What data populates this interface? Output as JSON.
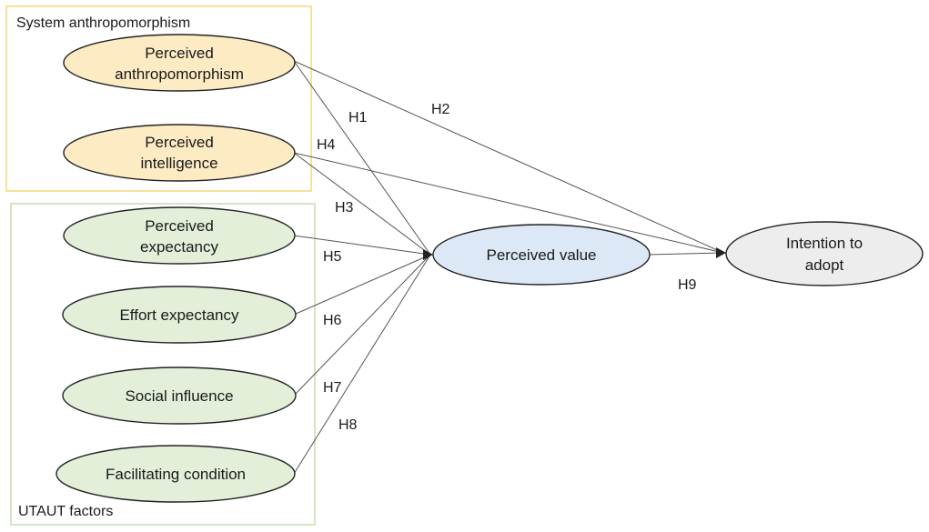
{
  "colors": {
    "anthropomorphism_fill": "#FDEBC3",
    "utaut_fill": "#E3EFD9",
    "value_fill": "#DCE8F6",
    "intention_fill": "#EDEDED",
    "anthropomorphism_border": "#F5D77A",
    "utaut_border": "#C5DDB3"
  },
  "groups": {
    "system_anthropomorphism": {
      "label": "System anthropomorphism"
    },
    "utaut_factors": {
      "label": "UTAUT factors"
    }
  },
  "nodes": {
    "perceived_anthropomorphism": {
      "lines": [
        "Perceived",
        "anthropomorphism"
      ]
    },
    "perceived_intelligence": {
      "lines": [
        "Perceived",
        "intelligence"
      ]
    },
    "perceived_expectancy": {
      "lines": [
        "Perceived",
        "expectancy"
      ]
    },
    "effort_expectancy": {
      "lines": [
        "Effort expectancy"
      ]
    },
    "social_influence": {
      "lines": [
        "Social influence"
      ]
    },
    "facilitating_condition": {
      "lines": [
        "Facilitating condition"
      ]
    },
    "perceived_value": {
      "lines": [
        "Perceived value"
      ]
    },
    "intention_to_adopt": {
      "lines": [
        "Intention to",
        "adopt"
      ]
    }
  },
  "edges": [
    {
      "id": "H1",
      "label": "H1",
      "from": "perceived_anthropomorphism",
      "to": "perceived_value"
    },
    {
      "id": "H2",
      "label": "H2",
      "from": "perceived_anthropomorphism",
      "to": "intention_to_adopt"
    },
    {
      "id": "H3",
      "label": "H3",
      "from": "perceived_intelligence",
      "to": "perceived_value"
    },
    {
      "id": "H4",
      "label": "H4",
      "from": "perceived_intelligence",
      "to": "intention_to_adopt"
    },
    {
      "id": "H5",
      "label": "H5",
      "from": "perceived_expectancy",
      "to": "perceived_value"
    },
    {
      "id": "H6",
      "label": "H6",
      "from": "effort_expectancy",
      "to": "perceived_value"
    },
    {
      "id": "H7",
      "label": "H7",
      "from": "social_influence",
      "to": "perceived_value"
    },
    {
      "id": "H8",
      "label": "H8",
      "from": "facilitating_condition",
      "to": "perceived_value"
    },
    {
      "id": "H9",
      "label": "H9",
      "from": "perceived_value",
      "to": "intention_to_adopt"
    }
  ]
}
